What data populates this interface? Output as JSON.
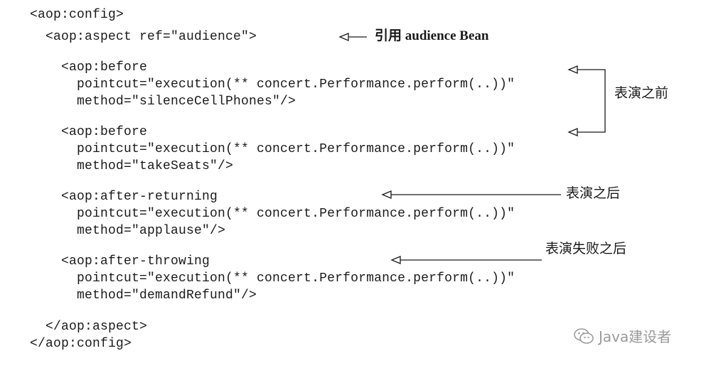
{
  "code": {
    "lines": [
      "<aop:config>",
      "  <aop:aspect ref=\"audience\">",
      "    <aop:before",
      "      pointcut=\"execution(** concert.Performance.perform(..))\"",
      "      method=\"silenceCellPhones\"/>",
      "    <aop:before",
      "      pointcut=\"execution(** concert.Performance.perform(..))\"",
      "      method=\"takeSeats\"/>",
      "    <aop:after-returning",
      "      pointcut=\"execution(** concert.Performance.perform(..))\"",
      "      method=\"applause\"/>",
      "    <aop:after-throwing",
      "      pointcut=\"execution(** concert.Performance.perform(..))\"",
      "      method=\"demandRefund\"/>",
      "  </aop:aspect>",
      "</aop:config>"
    ]
  },
  "annotations": {
    "ref_audience": "引用 audience Bean",
    "before": "表演之前",
    "after_returning": "表演之后",
    "after_throwing": "表演失败之后"
  },
  "watermark": {
    "text": "Java建设者",
    "icon": "wechat-icon"
  }
}
